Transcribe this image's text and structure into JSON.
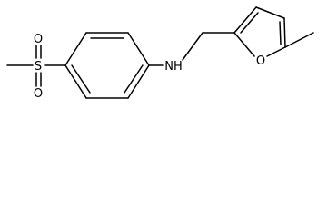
{
  "molecule": {
    "atoms": {
      "sulfur": "S",
      "oxygen_top": "O",
      "oxygen_bottom": "O",
      "amine": "NH",
      "furan_oxygen": "O"
    },
    "colors": {
      "bond": "#000000",
      "label": "#000000",
      "background": "#ffffff"
    }
  }
}
